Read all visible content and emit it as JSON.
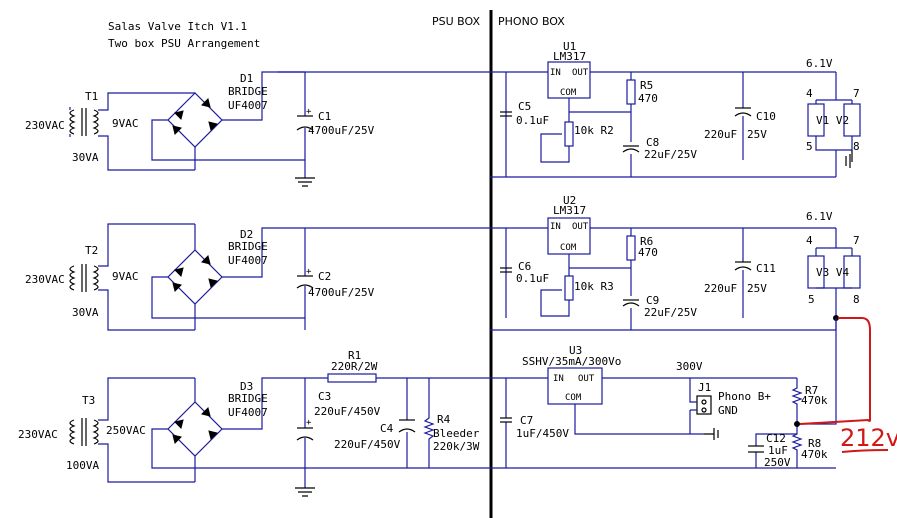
{
  "title": {
    "line1": "Salas Valve Itch V1.1",
    "line2": "Two box PSU Arrangement"
  },
  "boxes": {
    "psu": "PSU BOX",
    "phono": "PHONO BOX"
  },
  "row1": {
    "mains": "230VAC",
    "transformer": "T1",
    "secondary": "9VAC",
    "va": "30VA",
    "diode": "D1",
    "bridge": "BRIDGE",
    "diode_part": "UF4007",
    "cap_name": "C1",
    "cap_value": "4700uF/25V",
    "c5": "C5",
    "c5_value": "0.1uF",
    "reg": "U1",
    "reg_part": "LM317",
    "pin_in": "IN",
    "pin_out": "OUT",
    "pin_com": "COM",
    "pot": "10k R2",
    "r5": "R5",
    "r5_value": "470",
    "c8": "C8",
    "c8_value": "22uF/25V",
    "c10": "C10",
    "c10_value1": "220uF",
    "c10_value2": "25V",
    "voltage": "6.1V",
    "pin4": "4",
    "pin7": "7",
    "pin5": "5",
    "pin8": "8",
    "valves": "V1 V2"
  },
  "row2": {
    "mains": "230VAC",
    "transformer": "T2",
    "secondary": "9VAC",
    "va": "30VA",
    "diode": "D2",
    "bridge": "BRIDGE",
    "diode_part": "UF4007",
    "cap_name": "C2",
    "cap_value": "4700uF/25V",
    "c6": "C6",
    "c6_value": "0.1uF",
    "reg": "U2",
    "reg_part": "LM317",
    "pin_in": "IN",
    "pin_out": "OUT",
    "pin_com": "COM",
    "pot": "10k R3",
    "r6": "R6",
    "r6_value": "470",
    "c9": "C9",
    "c9_value": "22uF/25V",
    "c11": "C11",
    "c11_value1": "220uF",
    "c11_value2": "25V",
    "voltage": "6.1V",
    "pin4": "4",
    "pin7": "7",
    "pin5": "5",
    "pin8": "8",
    "valves": "V3 V4"
  },
  "row3": {
    "mains": "230VAC",
    "transformer": "T3",
    "secondary": "250VAC",
    "va": "100VA",
    "diode": "D3",
    "bridge": "BRIDGE",
    "diode_part": "UF4007",
    "r1": "R1",
    "r1_value": "220R/2W",
    "c3": "C3",
    "c3_value": "220uF/450V",
    "c4": "C4",
    "c4_value": "220uF/450V",
    "r4": "R4",
    "r4_label": "Bleeder",
    "r4_value": "220k/3W",
    "c7": "C7",
    "c7_value": "1uF/450V",
    "reg": "U3",
    "reg_part": "SSHV/35mA/300Vo",
    "pin_in": "IN",
    "pin_out": "OUT",
    "pin_com": "COM",
    "voltage": "300V",
    "j1": "J1",
    "phono": "Phono B+",
    "gnd": "GND",
    "r7": "R7",
    "r7_value": "470k",
    "r8": "R8",
    "r8_value": "470k",
    "c12": "C12",
    "c12_value1": "1uF",
    "c12_value2": "250V"
  },
  "annotation": {
    "text": "212v",
    "color": "#d01818"
  }
}
